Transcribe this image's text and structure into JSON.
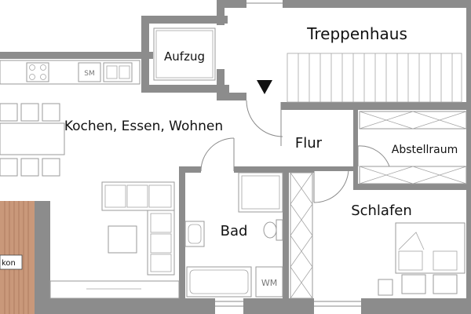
{
  "rooms": {
    "treppenhaus": "Treppenhaus",
    "aufzug": "Aufzug",
    "kochen": "Kochen, Essen, Wohnen",
    "flur": "Flur",
    "abstellraum": "Abstellraum",
    "schlafen": "Schlafen",
    "bad": "Bad",
    "balkon": "kon"
  },
  "fixtures": {
    "sm": "SM",
    "wm": "WM"
  },
  "colors": {
    "wall": "#8c8c8c",
    "balcony_wood": "#c9987a",
    "text": "#111111"
  }
}
